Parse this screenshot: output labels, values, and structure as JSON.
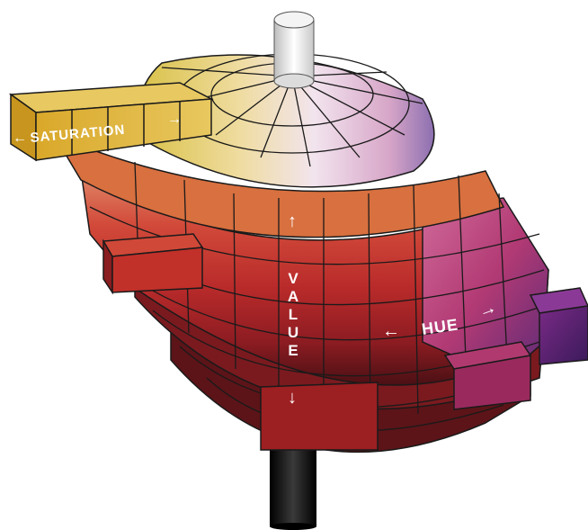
{
  "labels": {
    "saturation": "SATURATION",
    "value": "VALUE",
    "hue": "HUE"
  },
  "colors": {
    "axis_pole_top": "#e8e8e8",
    "axis_pole_bottom": "#111111",
    "yellow": "#d8b23a",
    "light_pink": "#e6b6c4",
    "pink": "#d98aa6",
    "red": "#c0392b",
    "deep_red": "#8e1b1e",
    "dark_maroon": "#4a1014",
    "magenta": "#b03a70",
    "purple": "#5a2a78",
    "blue_violet": "#3a3f9a",
    "outline": "#1a1a1a",
    "label_text": "#ffffff"
  }
}
